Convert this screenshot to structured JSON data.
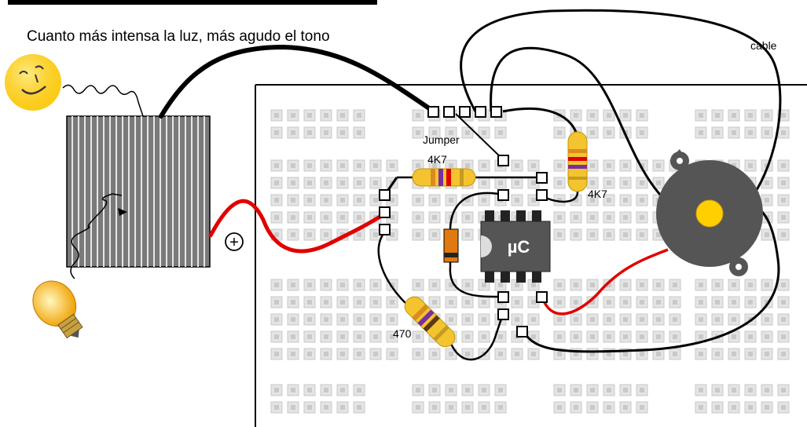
{
  "heading": {
    "subtitle": "Cuanto más intensa la luz, más agudo el tono"
  },
  "labels": {
    "cable": "cable",
    "jumper": "Jumper",
    "r1": "4K7",
    "r2": "4K7",
    "r3": "470",
    "chip": "µC",
    "plus": "+"
  },
  "colors": {
    "wire_red": "#e00000",
    "wire_black": "#000000",
    "solar_panel": "#7a7a7a",
    "buzzer": "#555555",
    "buzzer_center": "#ffd000",
    "resistor_body": "#f4c430",
    "chip_body": "#555555",
    "diode_body": "#e07a10",
    "breadboard_hole": "#d8d8d8"
  },
  "icons": {
    "sun": "sun-face-icon",
    "bulb": "light-bulb-icon",
    "solar": "solar-panel-icon",
    "buzzer": "piezo-buzzer-icon",
    "chip": "microcontroller-chip-icon"
  }
}
